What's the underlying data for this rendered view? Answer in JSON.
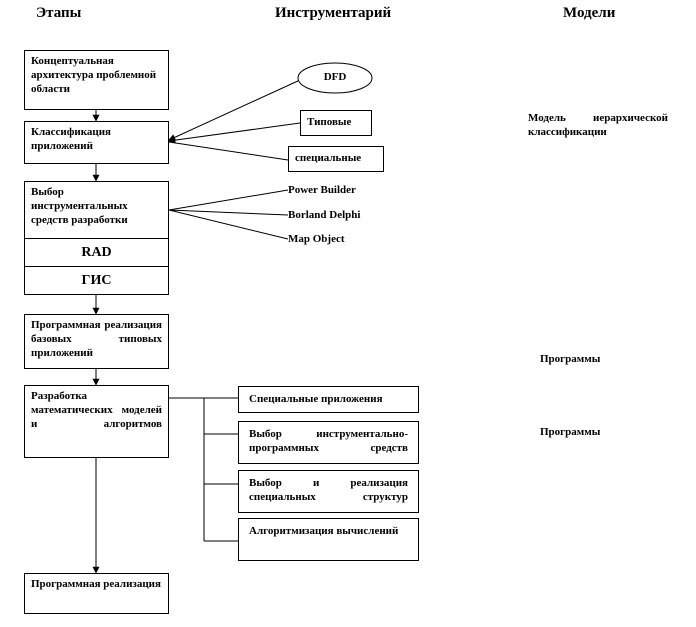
{
  "headers": {
    "stages": "Этапы",
    "tools": "Инструментарий",
    "models": "Модели"
  },
  "stages": {
    "s1": "Концептуальная архитектура проблемной области",
    "s2": "Классификация приложений",
    "s3": "Выбор инструментальных средств разработки",
    "s3_rad": "RAD",
    "s3_gis": "ГИС",
    "s4": "Программная реализация базовых типовых приложений",
    "s5": "Разработка математических моделей и алгоритмов",
    "s6": "Программная реализация"
  },
  "tools": {
    "dfd": "DFD",
    "typical": "Типовые",
    "special": "специальные",
    "power_builder": "Power Builder",
    "borland_delphi": "Borland Delphi",
    "map_object": "Map Object"
  },
  "substeps": {
    "a": "Специальные приложения",
    "b": "Выбор инструментально-программных средств",
    "c": "Выбор и реализация специальных структур",
    "d": "Алгоритмизация вычислений"
  },
  "models": {
    "hier": "Модель иерархической классификации",
    "prog1": "Программы",
    "prog2": "Программы"
  }
}
